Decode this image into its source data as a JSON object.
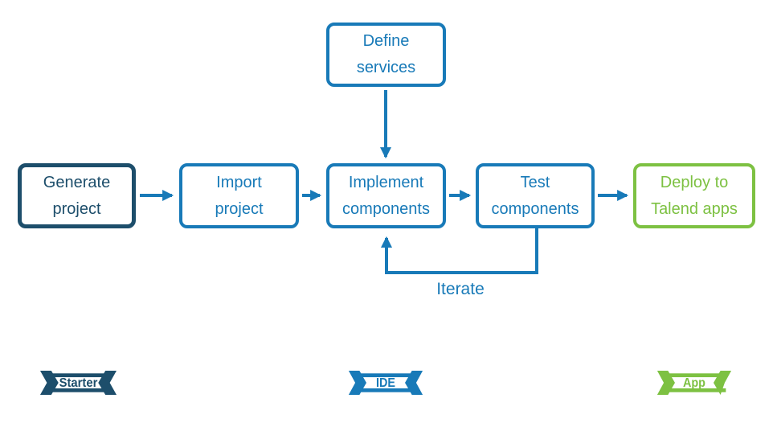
{
  "colors": {
    "navy": "#1d4e6b",
    "blue": "#187ab8",
    "green": "#7dc142",
    "background": "#ffffff"
  },
  "diagram": {
    "nodes": [
      {
        "id": "generate-project",
        "label": "Generate project",
        "lines": [
          "Generate",
          "project"
        ],
        "color": "navy"
      },
      {
        "id": "import-project",
        "label": "Import project",
        "lines": [
          "Import",
          "project"
        ],
        "color": "blue"
      },
      {
        "id": "define-services",
        "label": "Define services",
        "lines": [
          "Define",
          "services"
        ],
        "color": "blue"
      },
      {
        "id": "implement-components",
        "label": "Implement components",
        "lines": [
          "Implement",
          "components"
        ],
        "color": "blue"
      },
      {
        "id": "test-components",
        "label": "Test components",
        "lines": [
          "Test",
          "components"
        ],
        "color": "blue"
      },
      {
        "id": "deploy-talend-apps",
        "label": "Deploy to Talend apps",
        "lines": [
          "Deploy to",
          "Talend apps"
        ],
        "color": "green"
      }
    ],
    "annotations": {
      "iterate": "Iterate"
    },
    "ribbons": [
      {
        "id": "starter",
        "label": "Starter",
        "color": "navy"
      },
      {
        "id": "ide",
        "label": "IDE",
        "color": "blue"
      },
      {
        "id": "app",
        "label": "App",
        "color": "green"
      }
    ]
  }
}
